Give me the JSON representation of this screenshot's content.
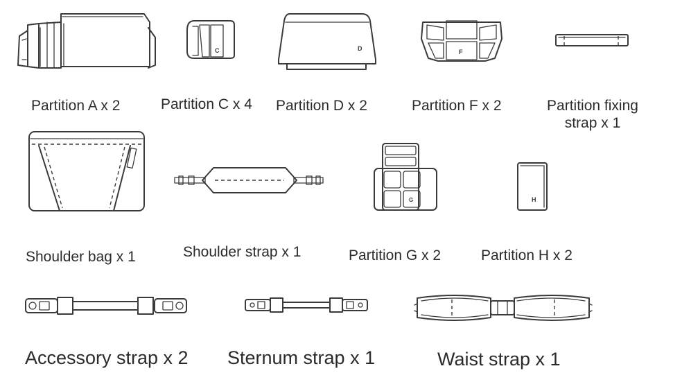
{
  "items": {
    "partition_a": {
      "label": "Partition A x 2"
    },
    "partition_c": {
      "label": "Partition C x 4",
      "letter": "C"
    },
    "partition_d": {
      "label": "Partition D x 2",
      "letter": "D"
    },
    "partition_f": {
      "label": "Partition F x 2",
      "letter": "F"
    },
    "fixing_strap": {
      "label": "Partition fixing strap x 1"
    },
    "shoulder_bag": {
      "label": "Shoulder bag x 1"
    },
    "shoulder_strap": {
      "label": "Shoulder strap x 1"
    },
    "partition_g": {
      "label": "Partition G x 2",
      "letter": "G"
    },
    "partition_h": {
      "label": "Partition H x 2",
      "letter": "H"
    },
    "accessory_strap": {
      "label": "Accessory strap x 2"
    },
    "sternum_strap": {
      "label": "Sternum strap x 1"
    },
    "waist_strap": {
      "label": "Waist strap x 1"
    }
  }
}
